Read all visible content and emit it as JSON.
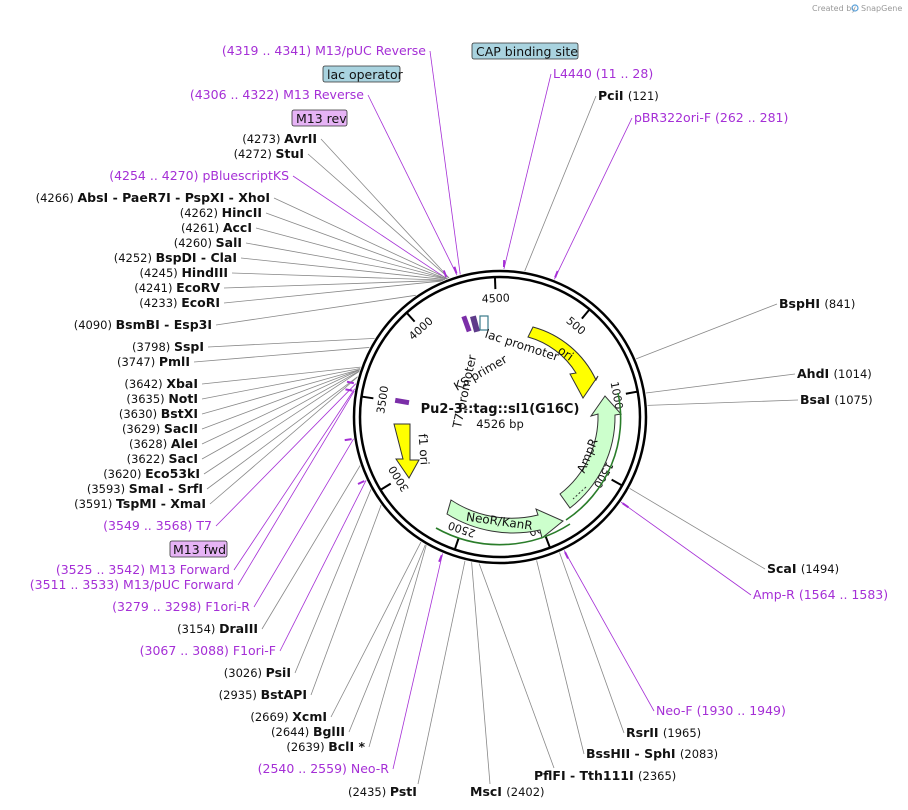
{
  "credit": "Created by",
  "credit_brand": "SnapGene",
  "plasmid": {
    "name": "Pu2-3::tag::sl1(G16C)",
    "size_label": "4526 bp"
  },
  "ticks": [
    "500",
    "1000",
    "1500",
    "2000",
    "2500",
    "3000",
    "3500",
    "4000",
    "4500"
  ],
  "inner_labels": {
    "lac_promoter": "lac promoter",
    "ks_primer": "KS primer",
    "t7_promoter": "T7 promoter",
    "ori": "ori",
    "ampr": "AmpR",
    "neor": "NeoR/KanR",
    "f1ori": "f1 ori"
  },
  "boxes": {
    "cap": "CAP binding site",
    "lacop": "lac operator",
    "m13rev": "M13 rev",
    "m13fwd": "M13 fwd"
  },
  "left_labels": [
    {
      "type": "prim",
      "range": "(4319 .. 4341)",
      "name": "M13/pUC Reverse"
    },
    {
      "type": "prim",
      "range": "(4306 .. 4322)",
      "name": "M13 Reverse"
    },
    {
      "type": "enz",
      "pos": "(4273)",
      "name": "AvrII"
    },
    {
      "type": "enz",
      "pos": "(4272)",
      "name": "StuI"
    },
    {
      "type": "prim",
      "range": "(4254 .. 4270)",
      "name": "pBluescriptKS"
    },
    {
      "type": "enz",
      "pos": "(4266)",
      "name": "AbsI - PaeR7I - PspXI - XhoI"
    },
    {
      "type": "enz",
      "pos": "(4262)",
      "name": "HincII"
    },
    {
      "type": "enz",
      "pos": "(4261)",
      "name": "AccI"
    },
    {
      "type": "enz",
      "pos": "(4260)",
      "name": "SalI"
    },
    {
      "type": "enz",
      "pos": "(4252)",
      "name": "BspDI - ClaI"
    },
    {
      "type": "enz",
      "pos": "(4245)",
      "name": "HindIII"
    },
    {
      "type": "enz",
      "pos": "(4241)",
      "name": "EcoRV"
    },
    {
      "type": "enz",
      "pos": "(4233)",
      "name": "EcoRI"
    },
    {
      "type": "enz",
      "pos": "(4090)",
      "name": "BsmBI - Esp3I"
    },
    {
      "type": "enz",
      "pos": "(3798)",
      "name": "SspI"
    },
    {
      "type": "enz",
      "pos": "(3747)",
      "name": "PmlI"
    },
    {
      "type": "enz",
      "pos": "(3642)",
      "name": "XbaI"
    },
    {
      "type": "enz",
      "pos": "(3635)",
      "name": "NotI"
    },
    {
      "type": "enz",
      "pos": "(3630)",
      "name": "BstXI"
    },
    {
      "type": "enz",
      "pos": "(3629)",
      "name": "SacII"
    },
    {
      "type": "enz",
      "pos": "(3628)",
      "name": "AleI"
    },
    {
      "type": "enz",
      "pos": "(3622)",
      "name": "SacI"
    },
    {
      "type": "enz",
      "pos": "(3620)",
      "name": "Eco53kI"
    },
    {
      "type": "enz",
      "pos": "(3593)",
      "name": "SmaI - SrfI"
    },
    {
      "type": "enz",
      "pos": "(3591)",
      "name": "TspMI - XmaI"
    },
    {
      "type": "prim",
      "range": "(3549 .. 3568)",
      "name": "T7"
    },
    {
      "type": "prim",
      "range": "(3525 .. 3542)",
      "name": "M13 Forward"
    },
    {
      "type": "prim",
      "range": "(3511 .. 3533)",
      "name": "M13/pUC Forward"
    },
    {
      "type": "prim",
      "range": "(3279 .. 3298)",
      "name": "F1ori-R"
    },
    {
      "type": "enz",
      "pos": "(3154)",
      "name": "DraIII"
    },
    {
      "type": "prim",
      "range": "(3067 .. 3088)",
      "name": "F1ori-F"
    },
    {
      "type": "enz",
      "pos": "(3026)",
      "name": "PsiI"
    },
    {
      "type": "enz",
      "pos": "(2935)",
      "name": "BstAPI"
    },
    {
      "type": "enz",
      "pos": "(2669)",
      "name": "XcmI"
    },
    {
      "type": "enz",
      "pos": "(2644)",
      "name": "BglII"
    },
    {
      "type": "enz",
      "pos": "(2639)",
      "name": "BclI *"
    },
    {
      "type": "prim",
      "range": "(2540 .. 2559)",
      "name": "Neo-R"
    }
  ],
  "bottom_labels": [
    {
      "name": "PstI",
      "pos": "(2435)"
    },
    {
      "name": "MscI",
      "pos": "(2402)"
    },
    {
      "name": "PflFI - Tth111I",
      "pos": "(2365)"
    }
  ],
  "right_labels": [
    {
      "type": "prim",
      "name": "L4440",
      "range": "(11 .. 28)"
    },
    {
      "type": "enz",
      "name": "PciI",
      "pos": "(121)"
    },
    {
      "type": "prim",
      "name": "pBR322ori-F",
      "range": "(262 .. 281)"
    },
    {
      "type": "enz",
      "name": "BspHI",
      "pos": "(841)"
    },
    {
      "type": "enz",
      "name": "AhdI",
      "pos": "(1014)"
    },
    {
      "type": "enz",
      "name": "BsaI",
      "pos": "(1075)"
    },
    {
      "type": "enz",
      "name": "ScaI",
      "pos": "(1494)"
    },
    {
      "type": "prim",
      "name": "Amp-R",
      "range": "(1564 .. 1583)"
    },
    {
      "type": "prim",
      "name": "Neo-F",
      "range": "(1930 .. 1949)"
    },
    {
      "type": "enz",
      "name": "RsrII",
      "pos": "(1965)"
    },
    {
      "type": "enz",
      "name": "BssHII - SphI",
      "pos": "(2083)"
    }
  ],
  "colors": {
    "primer": "#a52fd6",
    "ori": "#ffff00",
    "ampr": "#ccffcc",
    "box": "#a9d3df",
    "primer_box": "#e6b3f5"
  }
}
